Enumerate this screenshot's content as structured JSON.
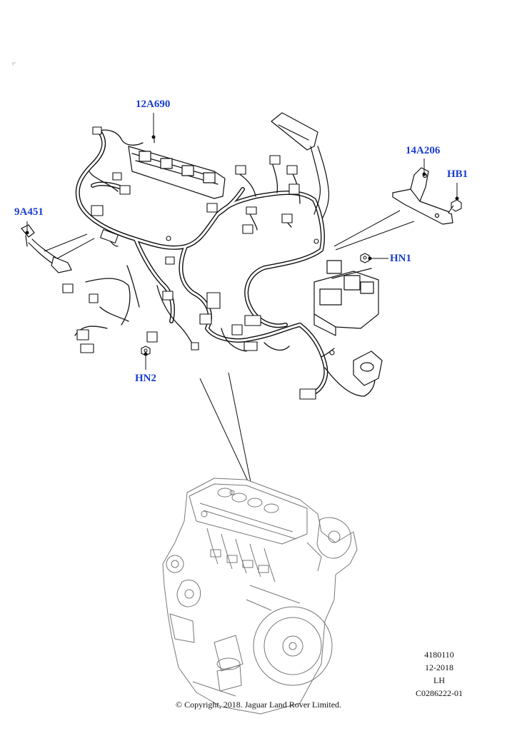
{
  "callouts": {
    "harness_main": "12A690",
    "bracket": "14A206",
    "bolt_hb1": "HB1",
    "sensor": "9A451",
    "nut_hn1": "HN1",
    "nut_hn2": "HN2"
  },
  "footer": {
    "ref_number": "4180110",
    "date": "12-2018",
    "side": "LH",
    "illustration_code": "C0286222-01",
    "copyright": "© Copyright, 2018. Jaguar Land Rover Limited."
  },
  "colors": {
    "callout_text": "#1a3ccf",
    "line_art": "#111111",
    "engine_art": "#777777"
  }
}
